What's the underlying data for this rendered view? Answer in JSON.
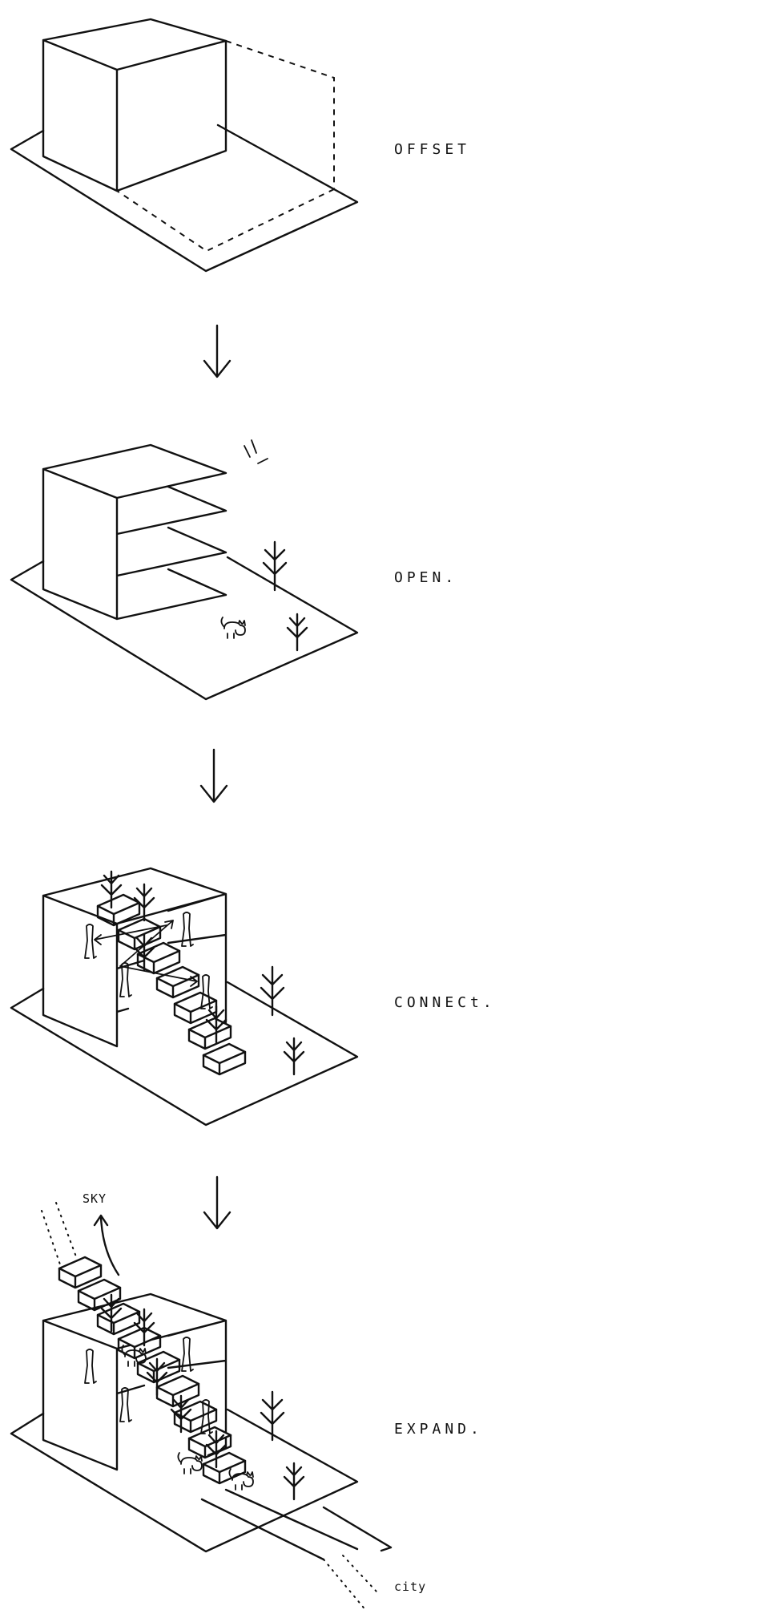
{
  "steps": [
    {
      "label": "OFFSET"
    },
    {
      "label": "OPEN."
    },
    {
      "label": "CONNECt."
    },
    {
      "label": "EXPAND."
    }
  ],
  "annotations": {
    "sky": "SKY",
    "city": "city"
  }
}
